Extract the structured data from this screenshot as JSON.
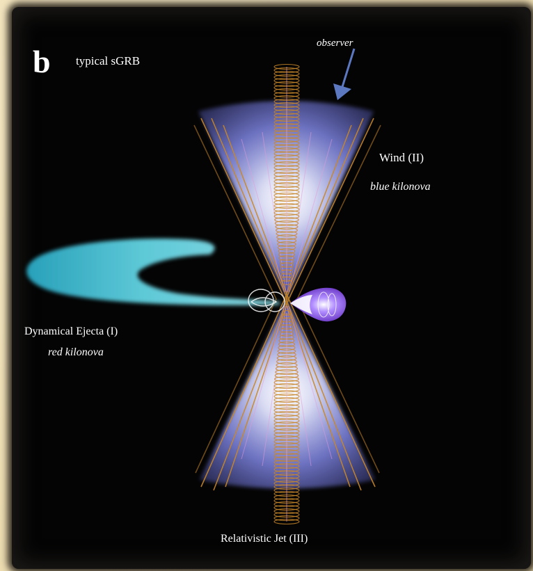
{
  "panel_letter": "b",
  "title": "typical sGRB",
  "labels": {
    "observer": "observer",
    "wind": "Wind (II)",
    "wind_sub": "blue kilonova",
    "ejecta": "Dynamical Ejecta (I)",
    "ejecta_sub": "red kilonova",
    "jet": "Relativistic Jet (III)"
  },
  "colors": {
    "background": "#040404",
    "wind_cone": "#8f96ff",
    "ejecta": "#3fc6d8",
    "jet_lines": "#c8872a",
    "remnant": "#6a2fc4"
  }
}
